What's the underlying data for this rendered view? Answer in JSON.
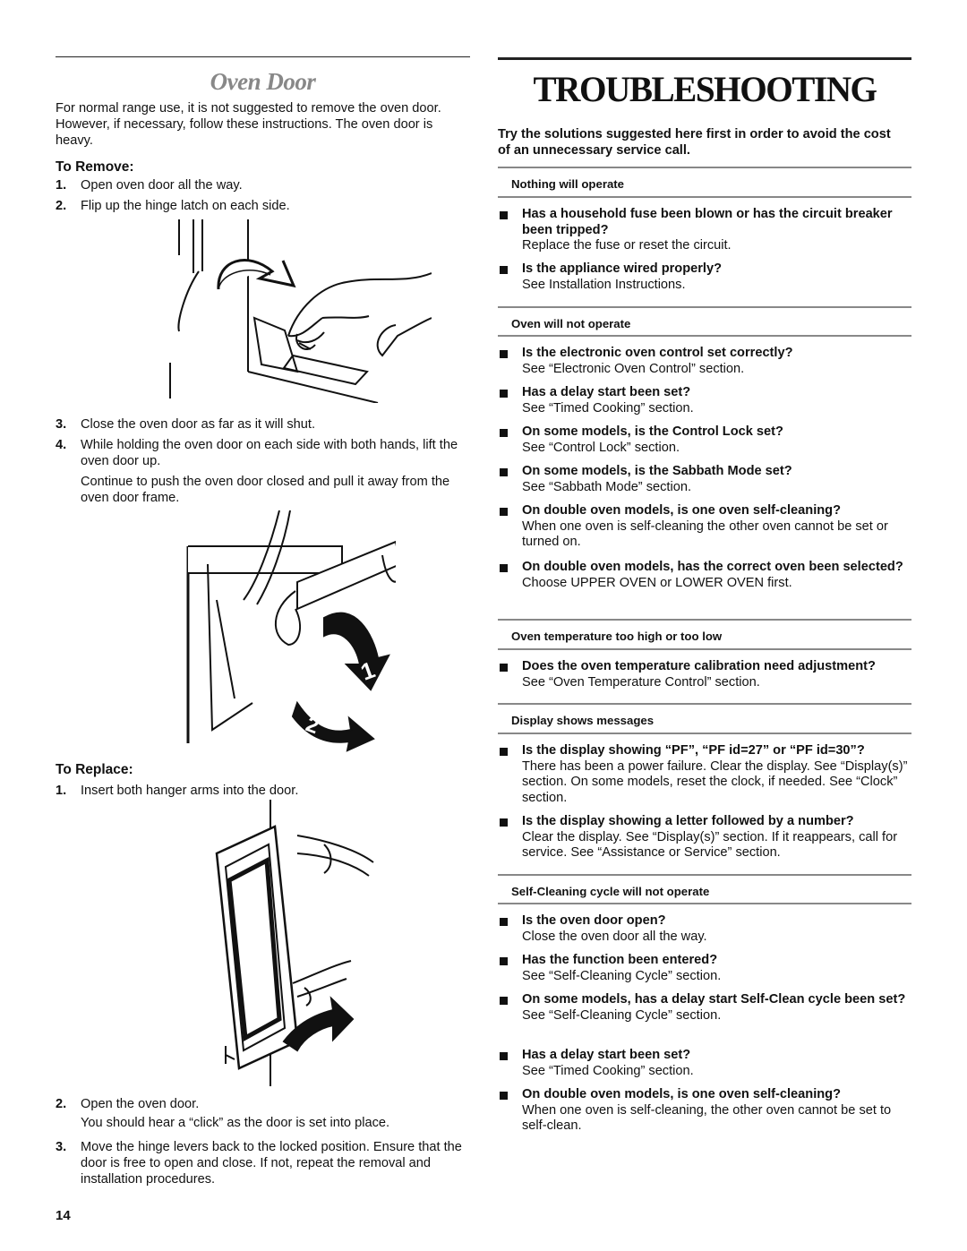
{
  "left": {
    "title": "Oven Door",
    "intro": "For normal range use, it is not suggested to remove the oven door. However, if necessary, follow these instructions. The oven door is heavy.",
    "to_remove": {
      "heading": "To Remove:",
      "steps": [
        {
          "num": "1.",
          "text": "Open oven door all the way."
        },
        {
          "num": "2.",
          "text": "Flip up the hinge latch on each side."
        },
        {
          "num": "3.",
          "text": "Close the oven door as far as it will shut."
        },
        {
          "num": "4.",
          "text": "While holding the oven door on each side with both hands, lift the oven door up."
        }
      ],
      "continue_text": "Continue to push the oven door closed and pull it away from the oven door frame."
    },
    "to_replace": {
      "heading": "To Replace:",
      "steps": [
        {
          "num": "1.",
          "text": "Insert both hanger arms into the door."
        },
        {
          "num": "2.",
          "text": "Open the oven door."
        },
        {
          "num": "3.",
          "text": "Move the hinge levers back to the locked position. Ensure that the door is free to open and close. If not, repeat the removal and installation procedures."
        }
      ],
      "click_text": "You should hear a “click” as the door is set into place."
    },
    "figure_labels": {
      "arrow1": "1",
      "arrow2": "2"
    }
  },
  "right": {
    "title": "TROUBLESHOOTING",
    "intro": "Try the solutions suggested here first in order to avoid the cost of an unnecessary service call.",
    "sections": [
      {
        "heading": "Nothing will operate",
        "items": [
          {
            "q": "Has a household fuse been blown or has the circuit breaker been tripped?",
            "a": "Replace the fuse or reset the circuit."
          },
          {
            "q": "Is the appliance wired properly?",
            "a": "See Installation Instructions."
          }
        ]
      },
      {
        "heading": "Oven will not operate",
        "items": [
          {
            "q": "Is the electronic oven control set correctly?",
            "a": "See “Electronic Oven Control” section."
          },
          {
            "q": "Has a delay start been set?",
            "a": "See “Timed Cooking” section."
          },
          {
            "q": "On some models, is the Control Lock set?",
            "a": "See “Control Lock” section."
          },
          {
            "q": "On some models, is the Sabbath Mode set?",
            "a": "See “Sabbath Mode” section."
          },
          {
            "q": "On double oven models, is one oven self-cleaning?",
            "a": "When one oven is self-cleaning the other oven cannot be set or turned on."
          },
          {
            "q": "On double oven models, has the correct oven been selected?",
            "a": "Choose UPPER OVEN or LOWER OVEN first."
          }
        ]
      },
      {
        "heading": "Oven temperature too high or too low",
        "items": [
          {
            "q": "Does the oven temperature calibration need adjustment?",
            "a": "See “Oven Temperature Control” section."
          }
        ]
      },
      {
        "heading": "Display shows messages",
        "items": [
          {
            "q": "Is the display showing “PF”, “PF id=27” or “PF id=30”?",
            "a": "There has been a power failure. Clear the display. See “Display(s)” section. On some models, reset the clock, if needed. See “Clock” section."
          },
          {
            "q": "Is the display showing a letter followed by a number?",
            "a": "Clear the display. See “Display(s)” section. If it reappears, call for service. See “Assistance or Service” section."
          }
        ]
      },
      {
        "heading": "Self-Cleaning cycle will not operate",
        "items": [
          {
            "q": "Is the oven door open?",
            "a": "Close the oven door all the way."
          },
          {
            "q": "Has the function been entered?",
            "a": "See “Self-Cleaning Cycle” section."
          },
          {
            "q": "On some models, has a delay start Self-Clean cycle been set?",
            "a": "See “Self-Cleaning Cycle” section."
          },
          {
            "q": "Has a delay start been set?",
            "a": "See “Timed Cooking” section."
          },
          {
            "q": "On double oven models, is one oven self-cleaning?",
            "a": "When one oven is self-cleaning, the other oven cannot be set to self-clean."
          }
        ]
      }
    ]
  },
  "page_number": "14"
}
